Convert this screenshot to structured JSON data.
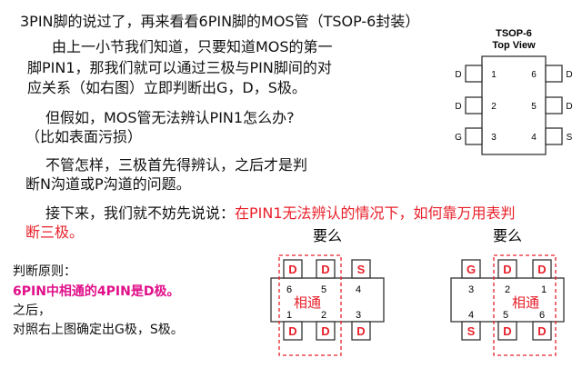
{
  "slide": {
    "title": "3PIN脚的说过了，再来看看6PIN脚的MOS管（TSOP-6封装）",
    "para1_line1": "由上一小节我们知道，只要知道MOS的第一",
    "para1_line2": "脚PIN1，那我们就可以通过三极与PIN脚间的对",
    "para1_line3": "应关系（如右图）立即判断出G，D，S极。",
    "para2_line1": "但假如，MOS管无法辨认PIN1怎么办?",
    "para2_line2": "（比如表面污损）",
    "para3_line1": "不管怎样，三极首先得辨认，之后才是判",
    "para3_line2": "断N沟道或P沟道的问题。",
    "para4_prefix": "接下来，我们就不妨先说说：",
    "para4_red": "在PIN1无法辨认的情况下，如何靠万用表判",
    "para4_red_line2": "断三极。",
    "rule_title": "判断原则：",
    "rule_highlight": "6PIN中相通的4PIN是D极。",
    "rule_after": "之后，",
    "rule_last": "对照右上图确定出G极，S极。"
  },
  "top_view": {
    "package": "TSOP-6",
    "view": "Top View",
    "left_pins": [
      {
        "letter": "D",
        "num": "1"
      },
      {
        "letter": "D",
        "num": "2"
      },
      {
        "letter": "G",
        "num": "3"
      }
    ],
    "right_pins": [
      {
        "letter": "D",
        "num": "6"
      },
      {
        "letter": "D",
        "num": "5"
      },
      {
        "letter": "S",
        "num": "4"
      }
    ]
  },
  "diagram_a": {
    "heading": "要么",
    "top_pins": [
      "D",
      "D",
      "S"
    ],
    "top_nums": [
      "6",
      "5",
      "4"
    ],
    "bottom_pins": [
      "D",
      "D",
      "D"
    ],
    "bottom_nums": [
      "1",
      "2",
      "3"
    ],
    "center": "相通"
  },
  "diagram_b": {
    "heading": "要么",
    "top_pins": [
      "G",
      "D",
      "D"
    ],
    "top_nums": [
      "3",
      "2",
      "1"
    ],
    "bottom_pins": [
      "S",
      "D",
      "D"
    ],
    "bottom_nums": [
      "4",
      "5",
      "6"
    ],
    "center": "相通"
  },
  "colors": {
    "pin_letter": "#e8202a",
    "highlight": "#e0108a",
    "dash_box": "#e8202a"
  }
}
